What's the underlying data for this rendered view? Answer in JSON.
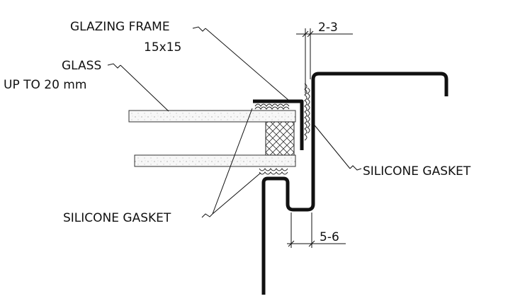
{
  "labels": {
    "glazing_frame": "GLAZING FRAME",
    "glazing_frame_size": "15x15",
    "glass": "GLASS",
    "glass_thickness": "UP TO 20 mm",
    "silicone_gasket_right": "SILICONE GASKET",
    "silicone_gasket_bottom": "SILICONE GASKET",
    "dim_top": "2-3",
    "dim_bottom": "5-6"
  }
}
